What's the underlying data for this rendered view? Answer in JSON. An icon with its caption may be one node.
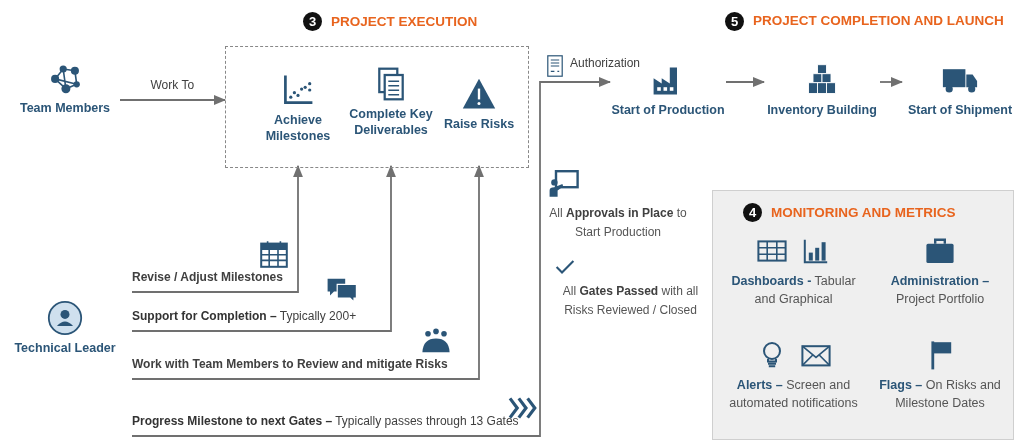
{
  "diagram": {
    "nodes": [
      {
        "text": [
          "Team Members"
        ]
      },
      {
        "text": [
          "3",
          "PROJECT EXECUTION"
        ]
      },
      {
        "text": [
          "Achieve Milestones"
        ],
        "in": 1
      },
      {
        "text": [
          "Complete Key Deliverables"
        ],
        "in": 1
      },
      {
        "text": [
          "Raise Risks"
        ],
        "in": 1
      },
      {
        "text": [
          "Technical Leader"
        ]
      },
      {
        "text": [
          "Revise / Adjust Milestones"
        ]
      },
      {
        "text": [
          "**Support for Completion –** Typically 200+"
        ]
      },
      {
        "text": [
          "Work with Team Members to Review and mitigate Risks"
        ]
      },
      {
        "text": [
          "**Progress Milestone to next Gates –** Typically passes through 13 Gates"
        ]
      },
      {
        "text": [
          "Start of Production"
        ]
      },
      {
        "text": [
          "Inventory Building"
        ]
      },
      {
        "text": [
          "Start of Shipment"
        ]
      },
      {
        "text": [
          "4",
          "MONITORING AND METRICS"
        ]
      },
      {
        "text": [
          "**Dashboards -** Tabular and Graphical"
        ],
        "in": 13
      },
      {
        "text": [
          "**Administration –** Project Portfolio"
        ],
        "in": 13
      },
      {
        "text": [
          "**Alerts –** Screen and automated notifications"
        ],
        "in": 13
      },
      {
        "text": [
          "**Flags –** On Risks and Milestone Dates"
        ],
        "in": 13
      }
    ],
    "edges": [
      {
        "from": 0,
        "to": 1,
        "arrow": "to",
        "label": "Work To"
      },
      {
        "from": 6,
        "to": 2,
        "arrow": "to"
      },
      {
        "from": 7,
        "to": 3,
        "arrow": "to"
      },
      {
        "from": 8,
        "to": 4,
        "arrow": "to"
      },
      {
        "from": 9,
        "to": 10,
        "arrow": "to",
        "label": "Authorization"
      },
      {
        "from": 10,
        "to": 11,
        "arrow": "to"
      },
      {
        "from": 11,
        "to": 12,
        "arrow": "to"
      }
    ],
    "labels": [
      "5",
      "PROJECT COMPLETION AND LAUNCH",
      "All **Approvals in Place** to Start Production",
      "All **Gates Passed** with all Risks Reviewed / Closed"
    ]
  }
}
